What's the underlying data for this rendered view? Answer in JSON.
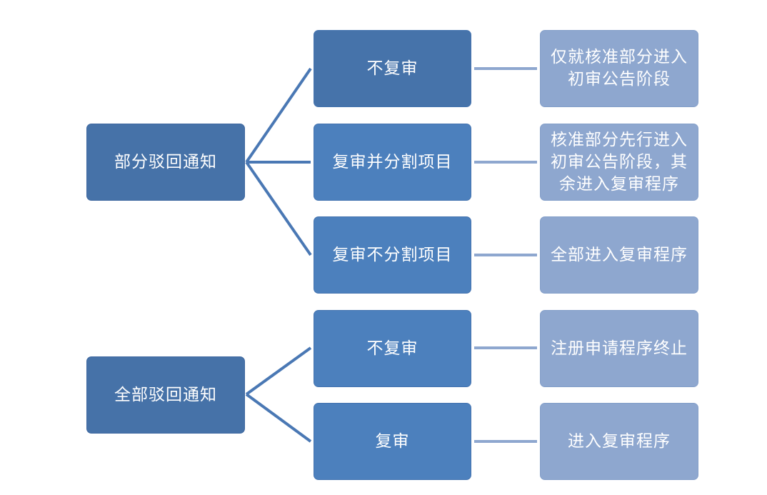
{
  "colors": {
    "root_box": "#4672a8",
    "mid_box": "#4c80bd",
    "mid_box_first": "#4673aa",
    "leaf_box": "#8ea7cf",
    "root_connector": "#4a78b4",
    "leaf_connector": "#8ea7cf",
    "text": "#ffffff"
  },
  "groups": [
    {
      "root": "部分驳回通知",
      "branches": [
        {
          "decision": "不复审",
          "outcome": "仅就核准部分进入初审公告阶段"
        },
        {
          "decision": "复审并分割项目",
          "outcome": "核准部分先行进入初审公告阶段，其余进入复审程序"
        },
        {
          "decision": "复审不分割项目",
          "outcome": "全部进入复审程序"
        }
      ]
    },
    {
      "root": "全部驳回通知",
      "branches": [
        {
          "decision": "不复审",
          "outcome": "注册申请程序终止"
        },
        {
          "decision": "复审",
          "outcome": "进入复审程序"
        }
      ]
    }
  ]
}
